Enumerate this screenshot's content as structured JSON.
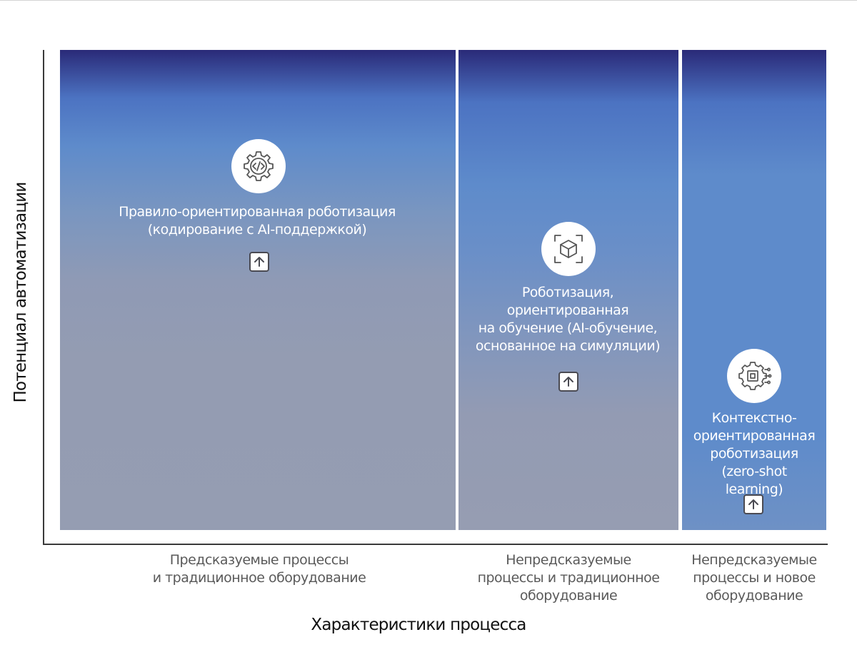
{
  "axes": {
    "y_label": "Потенциал автоматизации",
    "x_label": "Характеристики процесса"
  },
  "panels": [
    {
      "icon": "gear-code-icon",
      "title": "Правило-ориентированная роботизация\n(кодирование с AI-поддержкой)",
      "arrow_icon": "arrow-up-icon",
      "category": "Предсказуемые процессы\nи традиционное оборудование"
    },
    {
      "icon": "cube-scan-icon",
      "title": "Роботизация,\nориентированная\nна обучение (AI-обучение,\nоснованное на симуляции)",
      "arrow_icon": "arrow-up-icon",
      "category": "Непредсказуемые\nпроцессы и традиционное\nоборудование"
    },
    {
      "icon": "gear-chip-circuit-icon",
      "title": "Контекстно-\nориентированная\nроботизация\n(zero-shot learning)",
      "arrow_icon": "arrow-up-icon",
      "category": "Непредсказуемые\nпроцессы и новое\nоборудование"
    }
  ],
  "colors": {
    "gradient_top": "#2a2a78",
    "gradient_blue": "#5e8bcb",
    "gradient_gray": "#959db2",
    "axis": "#3a3a3a",
    "category_text": "#5a5a5a"
  }
}
